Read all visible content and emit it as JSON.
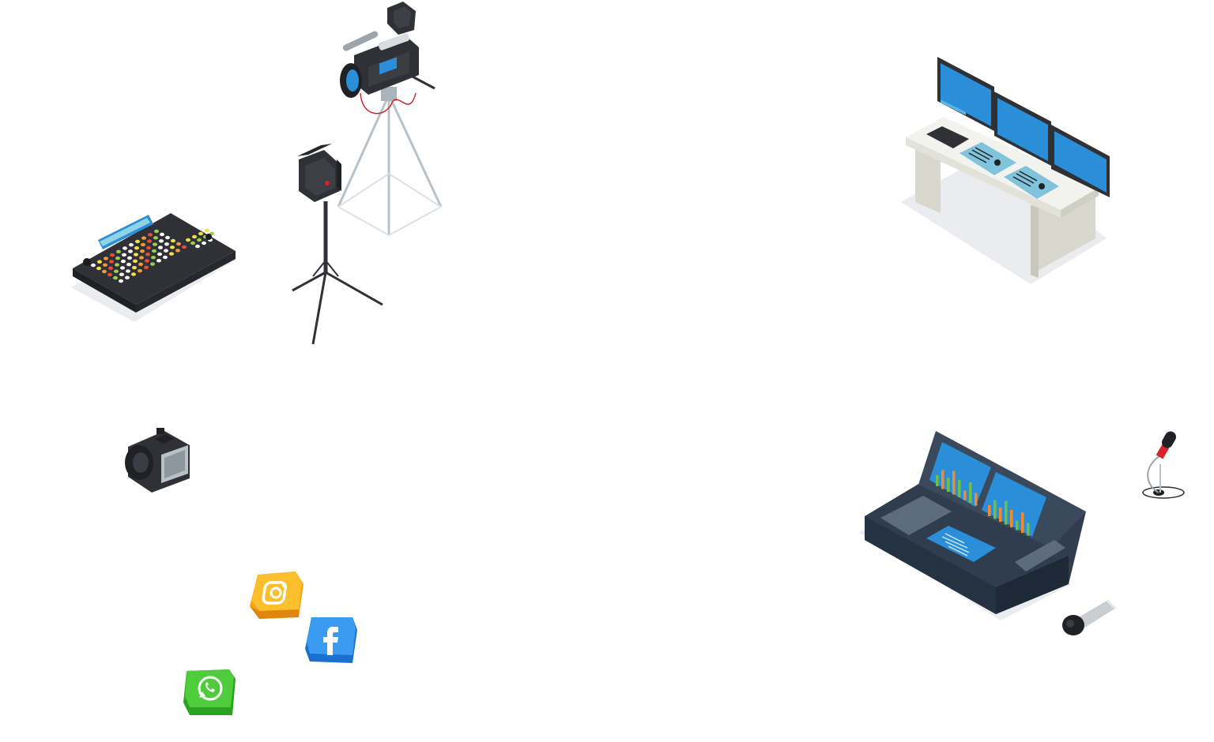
{
  "scene": {
    "background": "#ffffff"
  },
  "items": [
    {
      "name": "video-camera-on-tripod",
      "icon": "video-camera-icon"
    },
    {
      "name": "studio-light-stand",
      "icon": "studio-light-icon"
    },
    {
      "name": "video-switcher-panel",
      "icon": "video-switcher-icon"
    },
    {
      "name": "control-desk-with-monitors",
      "icon": "control-desk-icon"
    },
    {
      "name": "photo-camera",
      "icon": "photo-camera-icon"
    },
    {
      "name": "instagram-tile",
      "icon": "instagram-icon",
      "color": "#f7a21b"
    },
    {
      "name": "facebook-tile",
      "icon": "facebook-icon",
      "color": "#2f8fe8"
    },
    {
      "name": "whatsapp-tile",
      "icon": "whatsapp-icon",
      "color": "#3bbf2f"
    },
    {
      "name": "audio-mixing-console",
      "icon": "mixing-console-icon"
    },
    {
      "name": "desk-microphone",
      "icon": "microphone-icon"
    },
    {
      "name": "handheld-microphone",
      "icon": "handheld-microphone-icon"
    }
  ],
  "colors": {
    "dark_body": "#2f3136",
    "screen_blue": "#2a8fd8",
    "desk_white": "#f2f2ee",
    "desk_leg": "#d9d8cf",
    "tripod_gray": "#b8c3c9",
    "shadow": "#ebecef",
    "cable_red": "#d8232a"
  }
}
